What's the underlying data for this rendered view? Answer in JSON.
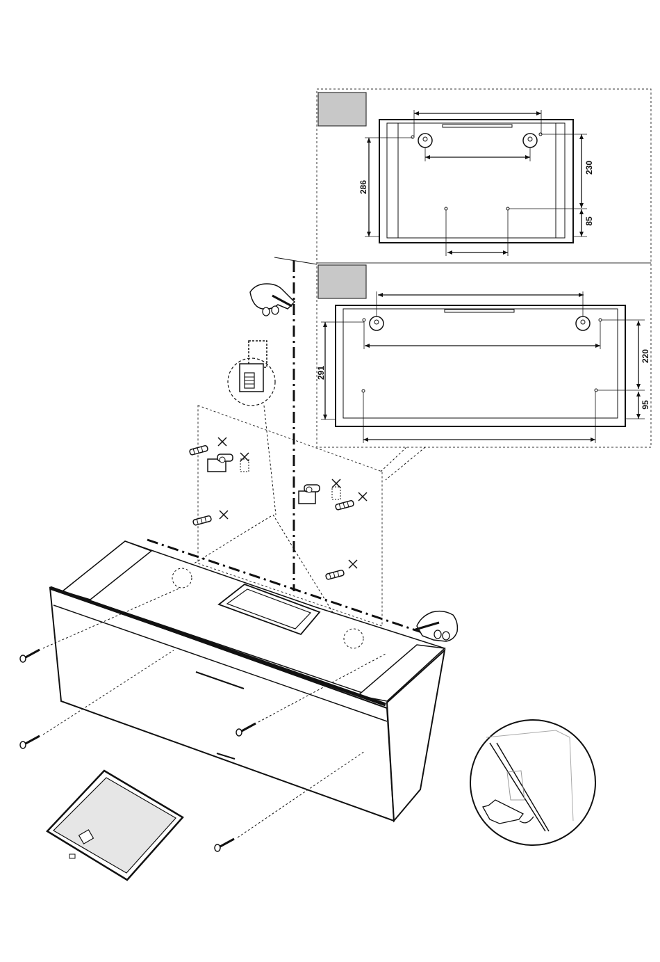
{
  "diagram": {
    "type": "installation drawing",
    "templates": [
      {
        "id": "template-a",
        "dimensions": {
          "left_height": "286",
          "right_upper": "230",
          "right_lower": "85"
        }
      },
      {
        "id": "template-b",
        "dimensions": {
          "left_height": "291",
          "right_upper": "220",
          "right_lower": "95"
        }
      }
    ],
    "parts": [
      "wall-plug",
      "mounting-bracket",
      "screw",
      "grease-filter",
      "hood-body"
    ]
  }
}
